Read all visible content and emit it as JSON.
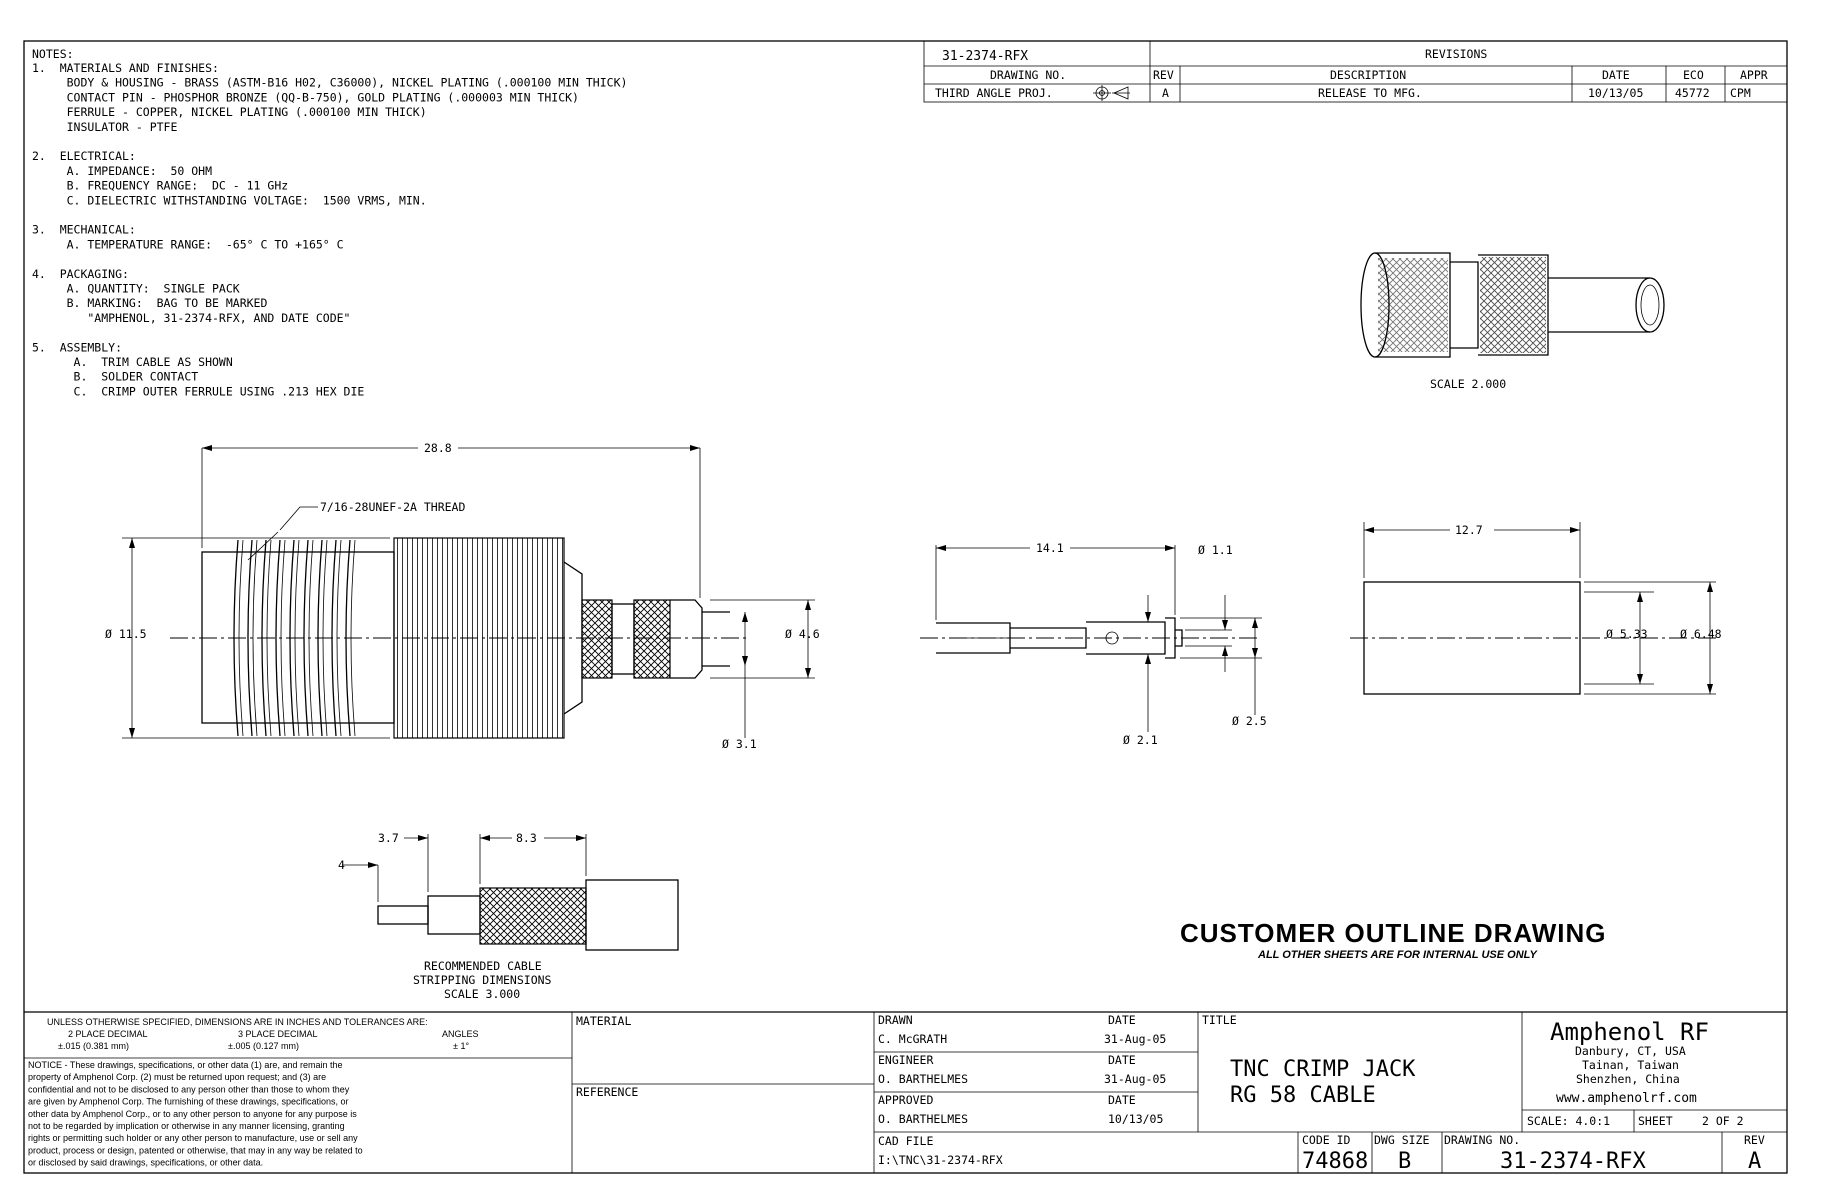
{
  "notes": {
    "heading": "NOTES:",
    "lines": [
      "1.  MATERIALS AND FINISHES:",
      "     BODY & HOUSING - BRASS (ASTM-B16 H02, C36000), NICKEL PLATING (.000100 MIN THICK)",
      "     CONTACT PIN - PHOSPHOR BRONZE (QQ-B-750), GOLD PLATING (.000003 MIN THICK)",
      "     FERRULE - COPPER, NICKEL PLATING (.000100 MIN THICK)",
      "     INSULATOR - PTFE",
      "",
      "2.  ELECTRICAL:",
      "     A. IMPEDANCE:  50 OHM",
      "     B. FREQUENCY RANGE:  DC - 11 GHz",
      "     C. DIELECTRIC WITHSTANDING VOLTAGE:  1500 VRMS, MIN.",
      "",
      "3.  MECHANICAL:",
      "     A. TEMPERATURE RANGE:  -65° C TO +165° C",
      "",
      "4.  PACKAGING:",
      "     A. QUANTITY:  SINGLE PACK",
      "     B. MARKING:  BAG TO BE MARKED",
      "        \"AMPHENOL, 31-2374-RFX, AND DATE CODE\"",
      "",
      "5.  ASSEMBLY:",
      "      A.  TRIM CABLE AS SHOWN",
      "      B.  SOLDER CONTACT",
      "      C.  CRIMP OUTER FERRULE USING .213 HEX DIE"
    ]
  },
  "top_block": {
    "drawing_no": "31-2374-RFX",
    "drawing_no_label": "DRAWING NO.",
    "projection_label": "THIRD ANGLE PROJ.",
    "revisions_title": "REVISIONS",
    "headers": [
      "REV",
      "DESCRIPTION",
      "DATE",
      "ECO",
      "APPR"
    ],
    "row": [
      "A",
      "RELEASE TO MFG.",
      "10/13/05",
      "45772",
      "CPM"
    ]
  },
  "views": {
    "iso_scale": "SCALE  2.000",
    "thread_note": "7/16-28UNEF-2A THREAD",
    "dims": {
      "overall_len": "28.8",
      "body_dia": "Ø 11.5",
      "ferrule_dia": "Ø 4.6",
      "tail_dia": "Ø 3.1",
      "pin_len": "14.1",
      "pin_tip_dia": "Ø 1.1",
      "pin_body_dia": "Ø 2.1",
      "pin_flange_dia": "Ø 2.5",
      "sleeve_len": "12.7",
      "sleeve_id": "Ø 5.33",
      "sleeve_od": "Ø 6.48",
      "strip_a": "3.7",
      "strip_b": "8.3",
      "strip_c": "4"
    },
    "strip_caption": [
      "RECOMMENDED CABLE",
      "STRIPPING DIMENSIONS",
      "SCALE  3.000"
    ]
  },
  "banner": {
    "title": "CUSTOMER OUTLINE DRAWING",
    "subtitle": "ALL OTHER SHEETS ARE FOR INTERNAL USE ONLY"
  },
  "title_block": {
    "tolerance_head": "UNLESS OTHERWISE SPECIFIED, DIMENSIONS ARE IN INCHES AND TOLERANCES ARE:",
    "tol_labels": [
      "2 PLACE DECIMAL",
      "3 PLACE DECIMAL",
      "ANGLES"
    ],
    "tol_values": [
      "±.015  (0.381 mm)",
      "±.005  (0.127 mm)",
      "± 1°"
    ],
    "notice": [
      "NOTICE - These drawings, specifications, or other data (1) are, and remain the",
      "property of Amphenol Corp. (2) must be returned upon request; and (3) are",
      "confidential and not to be disclosed to any person other than those to whom they",
      "are given by Amphenol Corp.  The furnishing of these drawings, specifications, or",
      "other data by Amphenol Corp., or to any other person to anyone for any purpose is",
      "not to be regarded by implication or otherwise in any manner licensing, granting",
      "rights or permitting such holder or any other person to manufacture, use or sell any",
      "product, process or design, patented or otherwise, that may in any way be related to",
      "or disclosed by said drawings, specifications, or other data."
    ],
    "material_label": "MATERIAL",
    "reference_label": "REFERENCE",
    "drawn_label": "DRAWN",
    "drawn_by": "C. McGRATH",
    "drawn_date": "31-Aug-05",
    "engineer_label": "ENGINEER",
    "engineer": "O. BARTHELMES",
    "engineer_date": "31-Aug-05",
    "approved_label": "APPROVED",
    "approved_by": "O. BARTHELMES",
    "approved_date": "10/13/05",
    "date_label": "DATE",
    "cad_label": "CAD FILE",
    "cad_file": "I:\\TNC\\31-2374-RFX",
    "title_label": "TITLE",
    "title_lines": [
      "TNC CRIMP JACK",
      "RG 58 CABLE"
    ],
    "company": "Amphenol RF",
    "locations": [
      "Danbury, CT, USA",
      "Tainan, Taiwan",
      "Shenzhen, China"
    ],
    "website": "www.amphenolrf.com",
    "scale": "SCALE: 4.0:1",
    "sheet_label": "SHEET",
    "sheet": "2 OF 2",
    "code_id_label": "CODE ID",
    "code_id": "74868",
    "dwg_size_label": "DWG SIZE",
    "dwg_size": "B",
    "drawing_no_label": "DRAWING NO.",
    "drawing_no": "31-2374-RFX",
    "rev_label": "REV",
    "rev": "A"
  }
}
